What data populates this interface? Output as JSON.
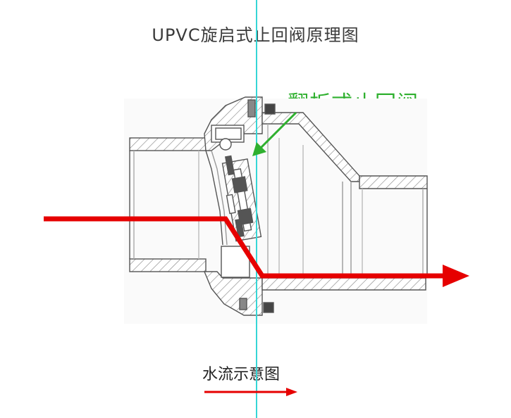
{
  "title": "UPVC旋启式止回阀原理图",
  "callout_label": "翻板式止回阀",
  "legend_label": "水流示意图",
  "colors": {
    "flow": "#e60000",
    "callout": "#2fb02f",
    "guide_line": "#36d6d6",
    "outline": "#555555",
    "hatch": "#888888"
  }
}
